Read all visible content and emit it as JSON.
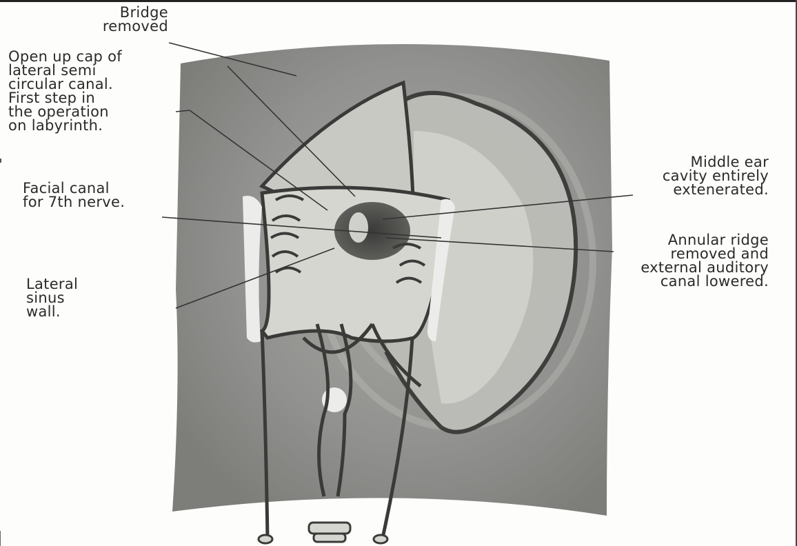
{
  "labels": {
    "bridge": [
      "Bridge",
      "removed"
    ],
    "lateral_canal": [
      "Open up cap of",
      "lateral semi",
      "circular canal.",
      "First step in",
      "the operation",
      "on labyrinth."
    ],
    "facial_canal": [
      "Facial canal",
      "for 7th nerve."
    ],
    "sinus_wall": [
      "Lateral",
      "sinus",
      "wall."
    ],
    "middle_ear": [
      "Middle ear",
      "cavity entirely",
      "extenerated."
    ],
    "annular_ridge": [
      "Annular ridge",
      "removed and",
      "external auditory",
      "canal lowered."
    ]
  },
  "colors": {
    "panel": "#8f8f8a",
    "ink": "#2a2a2a",
    "bone": "#e4e4df"
  }
}
